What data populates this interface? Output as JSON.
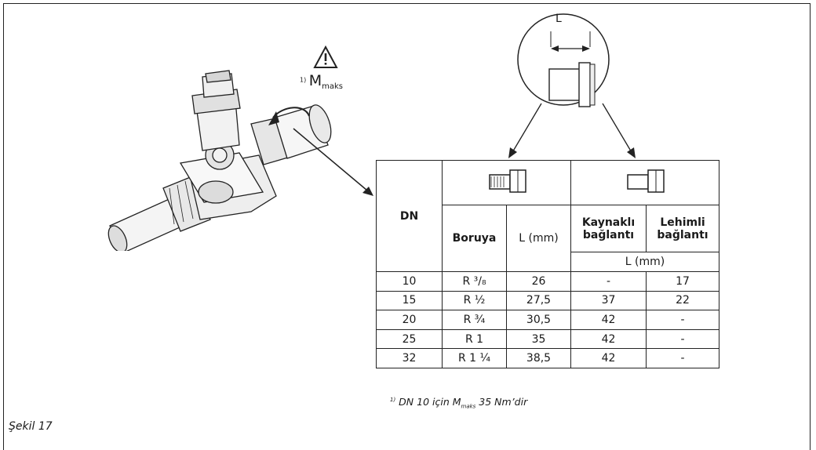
{
  "warning": {
    "icon": "warning-triangle-icon",
    "footnote_marker": "1)",
    "symbol": "M",
    "symbol_sub": "maks"
  },
  "detail": {
    "dimension_label": "L"
  },
  "table": {
    "header_dn": "DN",
    "col_boruya": "Boruya",
    "col_l_mm": "L (mm)",
    "col_kaynakli": "Kaynaklı bağlantı",
    "col_lehimli": "Lehimli bağlantı",
    "col_l_mm_span": "L (mm)",
    "rows": [
      {
        "dn": "10",
        "thread": "R ³/₈",
        "l": "26",
        "kaynakli": "-",
        "lehimli": "17"
      },
      {
        "dn": "15",
        "thread": "R ½",
        "l": "27,5",
        "kaynakli": "37",
        "lehimli": "22"
      },
      {
        "dn": "20",
        "thread": "R ¾",
        "l": "30,5",
        "kaynakli": "42",
        "lehimli": "-"
      },
      {
        "dn": "25",
        "thread": "R 1",
        "l": "35",
        "kaynakli": "42",
        "lehimli": "-"
      },
      {
        "dn": "32",
        "thread": "R 1 ¼",
        "l": "38,5",
        "kaynakli": "42",
        "lehimli": "-"
      }
    ]
  },
  "footnote": {
    "marker": "1)",
    "pre": "DN 10 için M",
    "sub": "maks",
    "post": " 35 Nm’dir"
  },
  "caption": "Şekil 17"
}
